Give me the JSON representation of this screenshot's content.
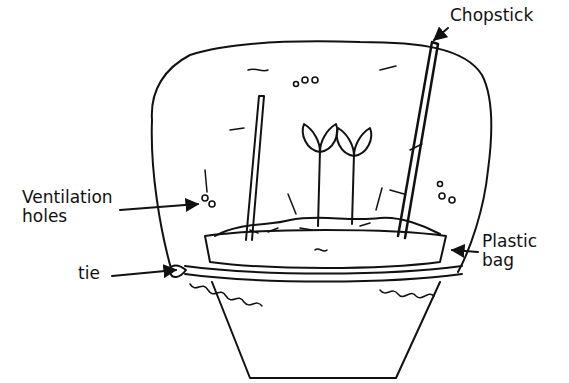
{
  "diagram": {
    "labels": [
      "Chopstick",
      "Ventilation holes",
      "Plastic bag",
      "tie"
    ]
  }
}
